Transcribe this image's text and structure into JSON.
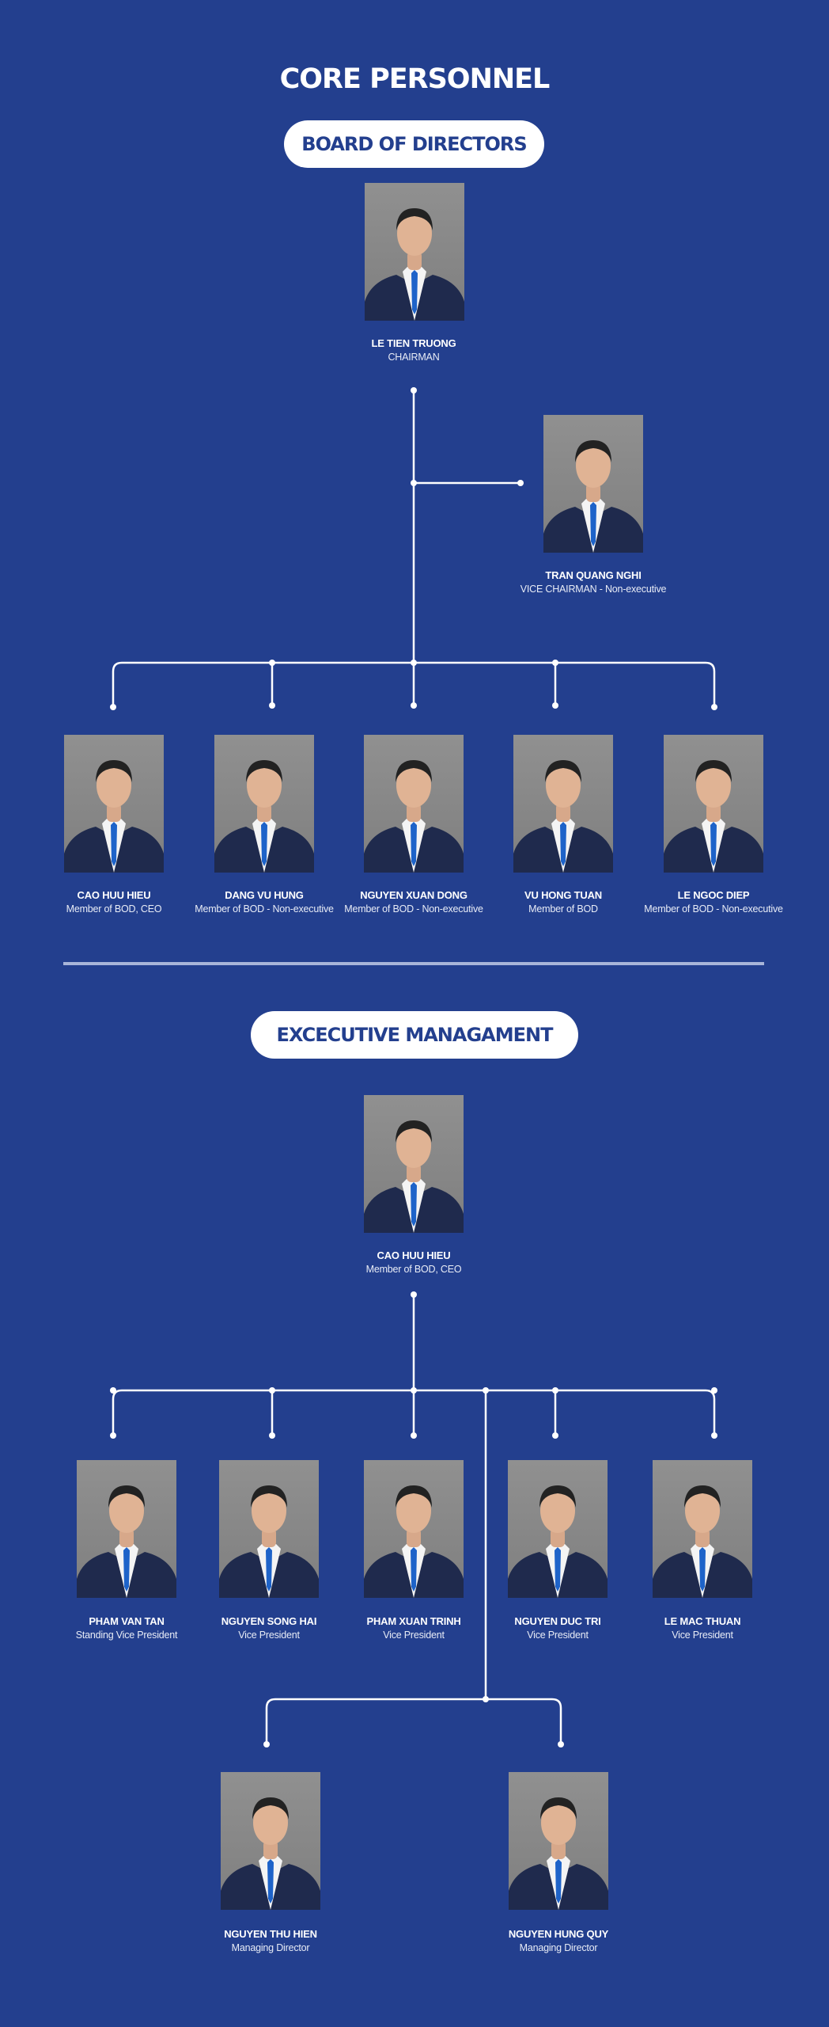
{
  "page_title": "CORE PERSONNEL",
  "board": {
    "heading": "BOARD OF DIRECTORS",
    "chairman": {
      "name": "LE TIEN TRUONG",
      "role": "CHAIRMAN"
    },
    "vice_chairman": {
      "name": "TRAN QUANG NGHI",
      "role": "VICE CHAIRMAN - Non-executive"
    },
    "members": [
      {
        "name": "CAO HUU HIEU",
        "role": "Member of BOD, CEO"
      },
      {
        "name": "DANG VU HUNG",
        "role": "Member of BOD - Non-executive"
      },
      {
        "name": "NGUYEN XUAN DONG",
        "role": "Member of BOD - Non-executive"
      },
      {
        "name": "VU HONG TUAN",
        "role": "Member of BOD"
      },
      {
        "name": "LE NGOC DIEP",
        "role": "Member of BOD - Non-executive"
      }
    ]
  },
  "executive": {
    "heading": "EXCECUTIVE MANAGAMENT",
    "ceo": {
      "name": "CAO HUU HIEU",
      "role": "Member of BOD, CEO"
    },
    "vice_presidents": [
      {
        "name": "PHAM VAN TAN",
        "role": "Standing Vice President"
      },
      {
        "name": "NGUYEN SONG HAI",
        "role": "Vice President"
      },
      {
        "name": "PHAM XUAN TRINH",
        "role": "Vice President"
      },
      {
        "name": "NGUYEN DUC TRI",
        "role": "Vice President"
      },
      {
        "name": "LE MAC THUAN",
        "role": "Vice President"
      }
    ],
    "managing_directors": [
      {
        "name": "NGUYEN THU HIEN",
        "role": "Managing Director"
      },
      {
        "name": "NGUYEN HUNG QUY",
        "role": "Managing Director"
      }
    ]
  },
  "colors": {
    "background": "#233f8e",
    "pill": "#ffffff",
    "pill_text": "#233f8e",
    "connector": "#ffffff",
    "divider": "#a8b5d9"
  },
  "icons": {
    "portrait": "person-portrait-icon"
  }
}
